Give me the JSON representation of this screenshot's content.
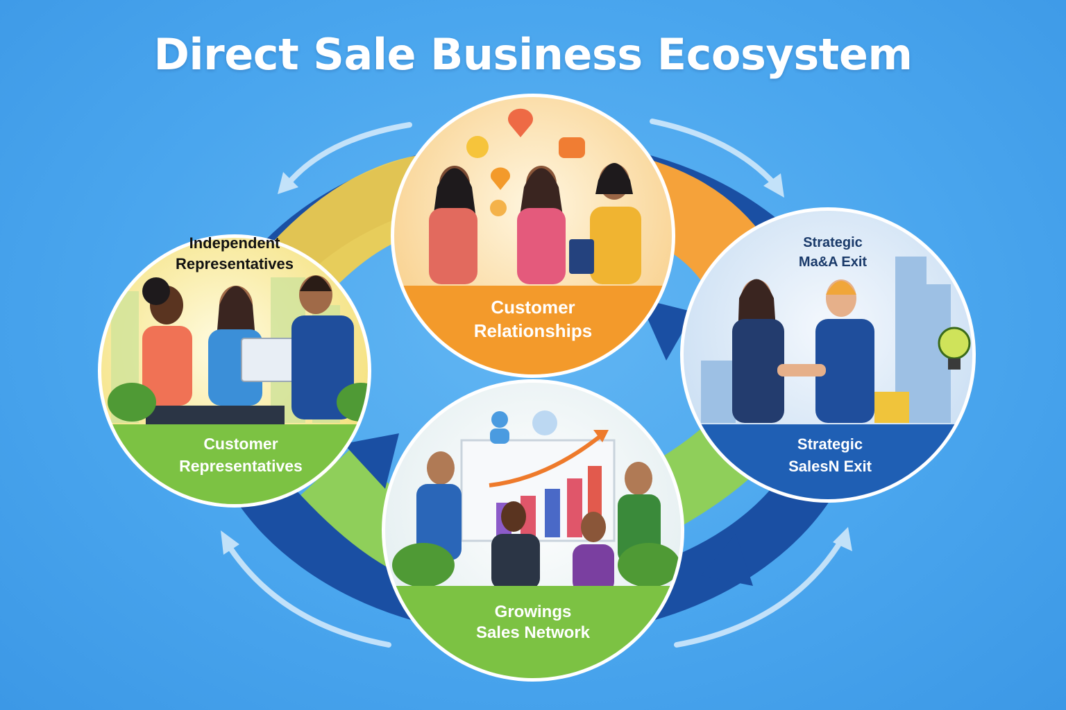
{
  "title": "Direct Sale Business Ecosystem",
  "nodes": {
    "top": {
      "band_line1": "Customer",
      "band_line2": "Relationships",
      "band_color": "#f39a2b"
    },
    "left": {
      "head_line1": "Independent",
      "head_line2": "Representatives",
      "band_line1": "Customer",
      "band_line2": "Representatives",
      "band_color": "#7cc243"
    },
    "right": {
      "head_line1": "Strategic",
      "head_line2": "Ma&A Exit",
      "band_line1": "Strategic",
      "band_line2": "SalesN Exit",
      "band_color": "#1f5fb4"
    },
    "bottom": {
      "band_line1": "Growings",
      "band_line2": "Sales Network",
      "band_color": "#7cc243"
    }
  },
  "colors": {
    "background": "#4aa6ee",
    "ring_dark_blue": "#1a4fa3",
    "ring_orange": "#f5a23a",
    "ring_yellow": "#f7d04a",
    "ring_green": "#8fcf5a"
  },
  "icons": [
    "chat-bubble-icon",
    "heart-icon",
    "growth-chart-icon",
    "lightbulb-icon",
    "handshake-icon",
    "city-skyline-icon"
  ]
}
